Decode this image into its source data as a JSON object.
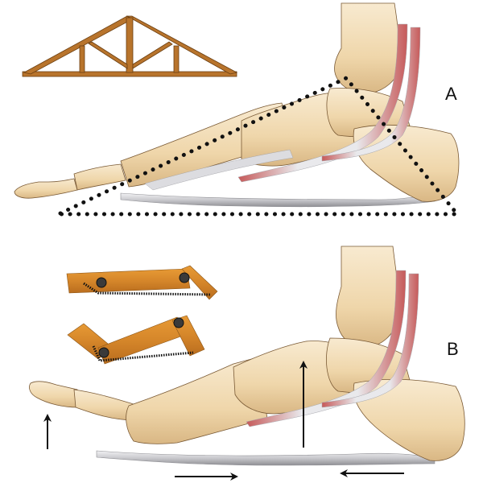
{
  "figure": {
    "panels": [
      {
        "id": "A",
        "label": "A",
        "concept": "truss"
      },
      {
        "id": "B",
        "label": "B",
        "concept": "windlass"
      }
    ]
  },
  "colors": {
    "wood": "#b8742c",
    "wood_dark": "#6b3f12",
    "wood_board": "#d98a2a",
    "bone": "#f0d9b0",
    "bone_light": "#f7e8cc",
    "bone_shadow": "#d2b07c",
    "bone_outline": "#7a5a35",
    "ligament": "#d9d9dc",
    "ligament_dark": "#9a9a9e",
    "muscle": "#c8605e",
    "ink": "#111111"
  }
}
